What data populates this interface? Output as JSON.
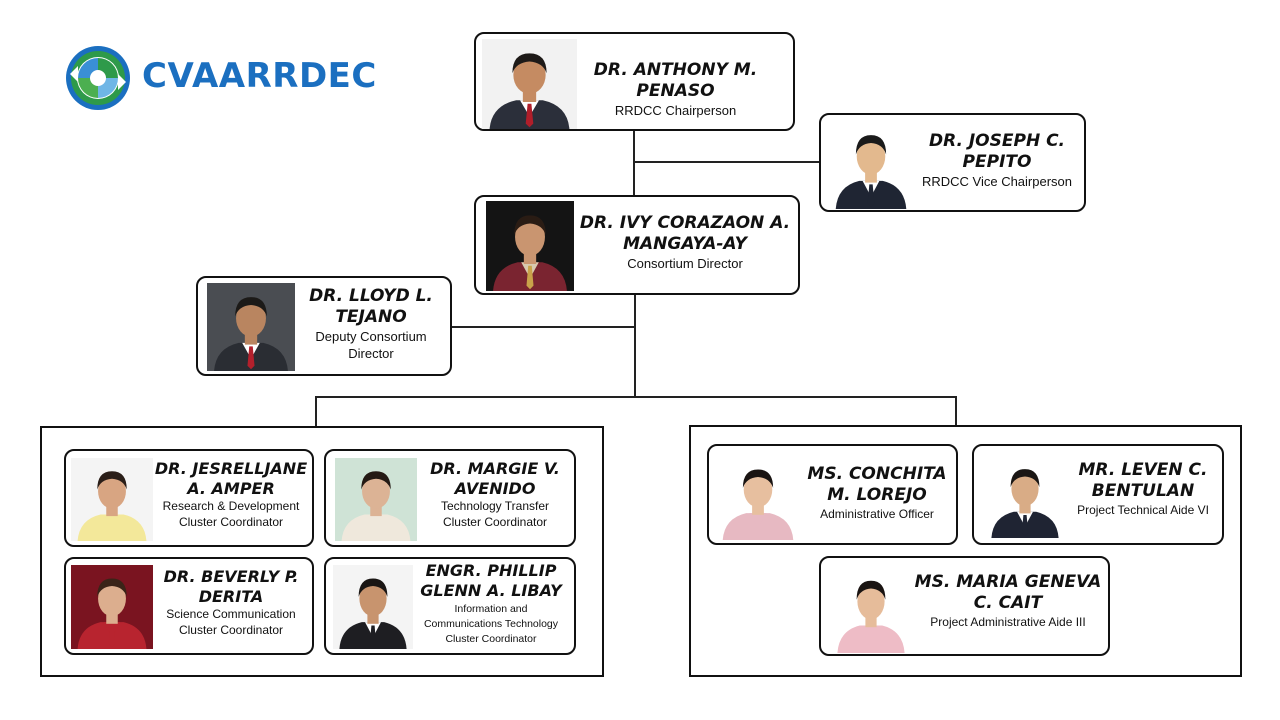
{
  "brand": {
    "name": "CVAARRDEC",
    "color": "#1b6fc0"
  },
  "people": {
    "chair": {
      "name": "DR. ANTHONY M. PENASO",
      "role": "RRDCC Chairperson",
      "bg": "#f2f2f2",
      "skin": "#c58b62",
      "hair": "#1e1a18",
      "suit": "#2b2f3a",
      "shirt": "#ffffff",
      "tie": "#b01e2a"
    },
    "vice": {
      "name_l1": "DR. JOSEPH C.",
      "name_l2": "PEPITO",
      "role": "RRDCC Vice Chairperson",
      "bg": "#ffffff",
      "skin": "#e3b98e",
      "hair": "#1a1a1a",
      "suit": "#1f2533",
      "shirt": "#ffffff",
      "tie": "#1f2533"
    },
    "director": {
      "name_l1": "DR. IVY CORAZAON A.",
      "name_l2": "MANGAYA-AY",
      "role": "Consortium Director",
      "bg": "#141414",
      "skin": "#c99570",
      "hair": "#2a1c14",
      "suit": "#7a2430",
      "shirt": "#d8c9b0",
      "tie": "#c9a24a"
    },
    "deputy": {
      "name_l1": "DR. LLOYD L.",
      "name_l2": "TEJANO",
      "role_l1": "Deputy Consortium",
      "role_l2": "Director",
      "bg": "#4a4d52",
      "skin": "#b98560",
      "hair": "#1c1a18",
      "suit": "#2a2d33",
      "shirt": "#ffffff",
      "tie": "#b3202c"
    },
    "amper": {
      "name_l1": "DR. JESRELLJANE",
      "name_l2": "A. AMPER",
      "role_l1": "Research & Development",
      "role_l2": "Cluster Coordinator",
      "bg": "#f4f4f4",
      "skin": "#d8a582",
      "hair": "#2a1e18",
      "suit": "#f3e89a",
      "shirt": "#f3e89a",
      "tie": "#f3e89a"
    },
    "avenido": {
      "name_l1": "DR. MARGIE V.",
      "name_l2": "AVENIDO",
      "role_l1": "Technology Transfer",
      "role_l2": "Cluster Coordinator",
      "bg": "#cfe3d6",
      "skin": "#dcb395",
      "hair": "#241a14",
      "suit": "#efe8dc",
      "shirt": "#efe8dc",
      "tie": "#efe8dc"
    },
    "derita": {
      "name_l1": "DR. BEVERLY P.",
      "name_l2": "DERITA",
      "role_l1": "Science Communication",
      "role_l2": "Cluster Coordinator",
      "bg": "#7a1420",
      "skin": "#dcae8e",
      "hair": "#3a2418",
      "suit": "#b8242f",
      "shirt": "#b8242f",
      "tie": "#b8242f"
    },
    "libay": {
      "name_l1": "ENGR. PHILLIP",
      "name_l2": "GLENN A. LIBAY",
      "role_l1": "Information and",
      "role_l2": "Communications Technology",
      "role_l3": "Cluster Coordinator",
      "bg": "#f4f4f4",
      "skin": "#c8946e",
      "hair": "#1a1614",
      "suit": "#1e1e22",
      "shirt": "#ffffff",
      "tie": "#1e1e22"
    },
    "lorejo": {
      "name_l1": "MS. CONCHITA",
      "name_l2": "M. LOREJO",
      "role": "Administrative Officer",
      "bg": "#ffffff",
      "skin": "#e7bf9f",
      "hair": "#1a1412",
      "suit": "#e7b9c2",
      "shirt": "#e7b9c2",
      "tie": "#e7b9c2"
    },
    "bentulan": {
      "name_l1": "MR. LEVEN C.",
      "name_l2": "BENTULAN",
      "role": "Project Technical Aide VI",
      "bg": "#ffffff",
      "skin": "#d9ac86",
      "hair": "#1a1614",
      "suit": "#1f2433",
      "shirt": "#ffffff",
      "tie": "#1f2433"
    },
    "cait": {
      "name_l1": "MS. MARIA GENEVA",
      "name_l2": "C. CAIT",
      "role": "Project Administrative Aide III",
      "bg": "#ffffff",
      "skin": "#e6bc9a",
      "hair": "#1a1412",
      "suit": "#eebcc6",
      "shirt": "#eebcc6",
      "tie": "#eebcc6"
    }
  }
}
